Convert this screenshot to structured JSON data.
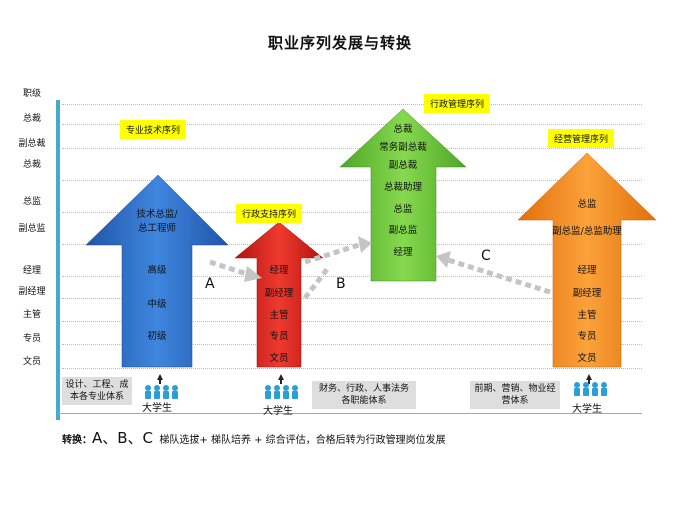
{
  "title": "职业序列发展与转换",
  "levels": [
    "职级",
    "总裁",
    "副总裁",
    "总裁",
    "总监",
    "副总监",
    "经理",
    "副经理",
    "主管",
    "专员",
    "文员"
  ],
  "sequences": {
    "tech": {
      "tag": "专业技术序列",
      "top_line1": "技术总监/",
      "top_line2": "总工程师",
      "items": [
        "高级",
        "中级",
        "初级"
      ],
      "note": "设计、工程、成本各专业体系",
      "grad": "大学生"
    },
    "admin_support": {
      "tag": "行政支持序列",
      "items": [
        "经理",
        "副经理",
        "主管",
        "专员",
        "文员"
      ],
      "note": "财务、行政、人事法务各职能体系",
      "grad": "大学生"
    },
    "admin_mgmt": {
      "tag": "行政管理序列",
      "items": [
        "总裁",
        "常务副总裁",
        "副总裁",
        "总裁助理",
        "总监",
        "副总监",
        "经理"
      ]
    },
    "ops_mgmt": {
      "tag": "经营管理序列",
      "items": [
        "总监",
        "副总监/总监助理",
        "经理",
        "副经理",
        "主管",
        "专员",
        "文员"
      ],
      "note": "前期、营销、物业经营体系",
      "grad": "大学生"
    }
  },
  "transitions": [
    "A",
    "B",
    "C"
  ],
  "footer": {
    "label": "转换：",
    "letters": "A、B、C",
    "text": "梯队选拔+ 梯队培养 + 综合评估，合格后转为行政管理岗位发展"
  },
  "colors": {
    "blue": "#2f6fc9",
    "red": "#d9231d",
    "green": "#6ac13a",
    "orange": "#f5891c",
    "tag": "#ffff00",
    "axis": "#4aa8c9"
  },
  "icons": [
    "people-group-icon",
    "dotted-arrow-icon"
  ]
}
